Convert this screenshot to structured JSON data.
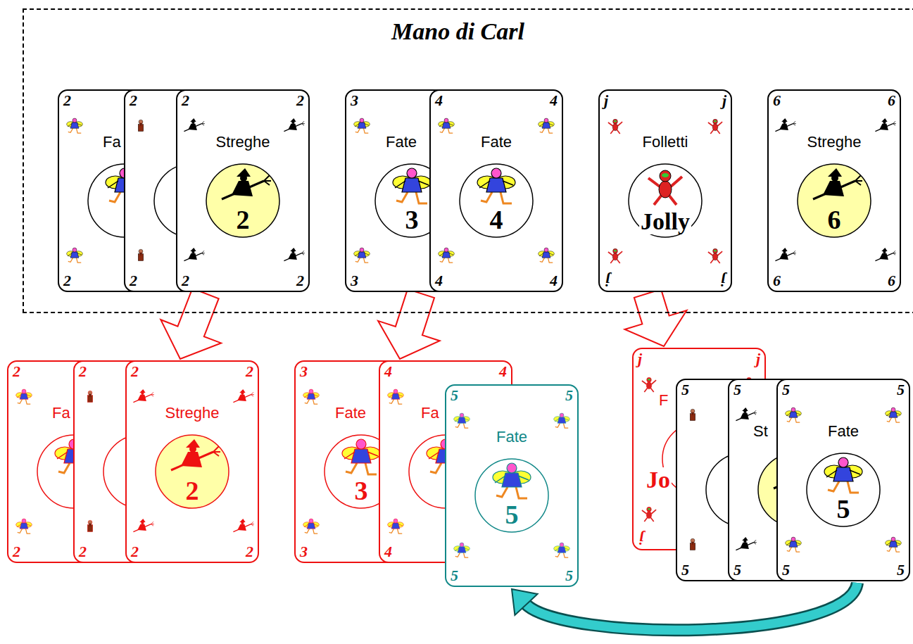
{
  "diagram": {
    "nodes": [
      {
        "text": [
          "Mano di Carl"
        ]
      },
      {
        "text": [
          "2",
          "Fa",
          "2"
        ],
        "in": 0
      },
      {
        "text": [
          "2",
          "2"
        ],
        "in": 0
      },
      {
        "text": [
          "2",
          "2",
          "Streghe",
          "2",
          "2",
          "2"
        ],
        "in": 0
      },
      {
        "text": [
          "3",
          "Fate",
          "3",
          "3"
        ],
        "in": 0
      },
      {
        "text": [
          "4",
          "4",
          "Fate",
          "4",
          "4",
          "4"
        ],
        "in": 0
      },
      {
        "text": [
          "j",
          "j",
          "Folletti",
          "Jolly",
          "j",
          "j"
        ],
        "in": 0
      },
      {
        "text": [
          "6",
          "6",
          "Streghe",
          "6",
          "6",
          "6"
        ],
        "in": 0
      },
      {
        "text": [
          "2",
          "Fa",
          "2"
        ]
      },
      {
        "text": [
          "2",
          "2"
        ]
      },
      {
        "text": [
          "2",
          "2",
          "Streghe",
          "2",
          "2",
          "2"
        ]
      },
      {
        "text": [
          "3",
          "Fate",
          "3",
          "3"
        ]
      },
      {
        "text": [
          "4",
          "4",
          "Fa",
          "4"
        ]
      },
      {
        "text": [
          "5",
          "5",
          "Fate",
          "5",
          "5",
          "5"
        ]
      },
      {
        "text": [
          "j",
          "j",
          "F",
          "Jo",
          "j"
        ]
      },
      {
        "text": [
          "5",
          "5"
        ]
      },
      {
        "text": [
          "5",
          "St",
          "5"
        ]
      },
      {
        "text": [
          "5",
          "5",
          "Fate",
          "5",
          "5",
          "5"
        ]
      }
    ],
    "edges": [
      {
        "from": 3,
        "to": 10,
        "arrow": "to"
      },
      {
        "from": 4,
        "to": 11,
        "arrow": "to"
      },
      {
        "from": 6,
        "to": 14,
        "arrow": "to"
      },
      {
        "from": 17,
        "to": 13,
        "arrow": "to"
      }
    ]
  }
}
